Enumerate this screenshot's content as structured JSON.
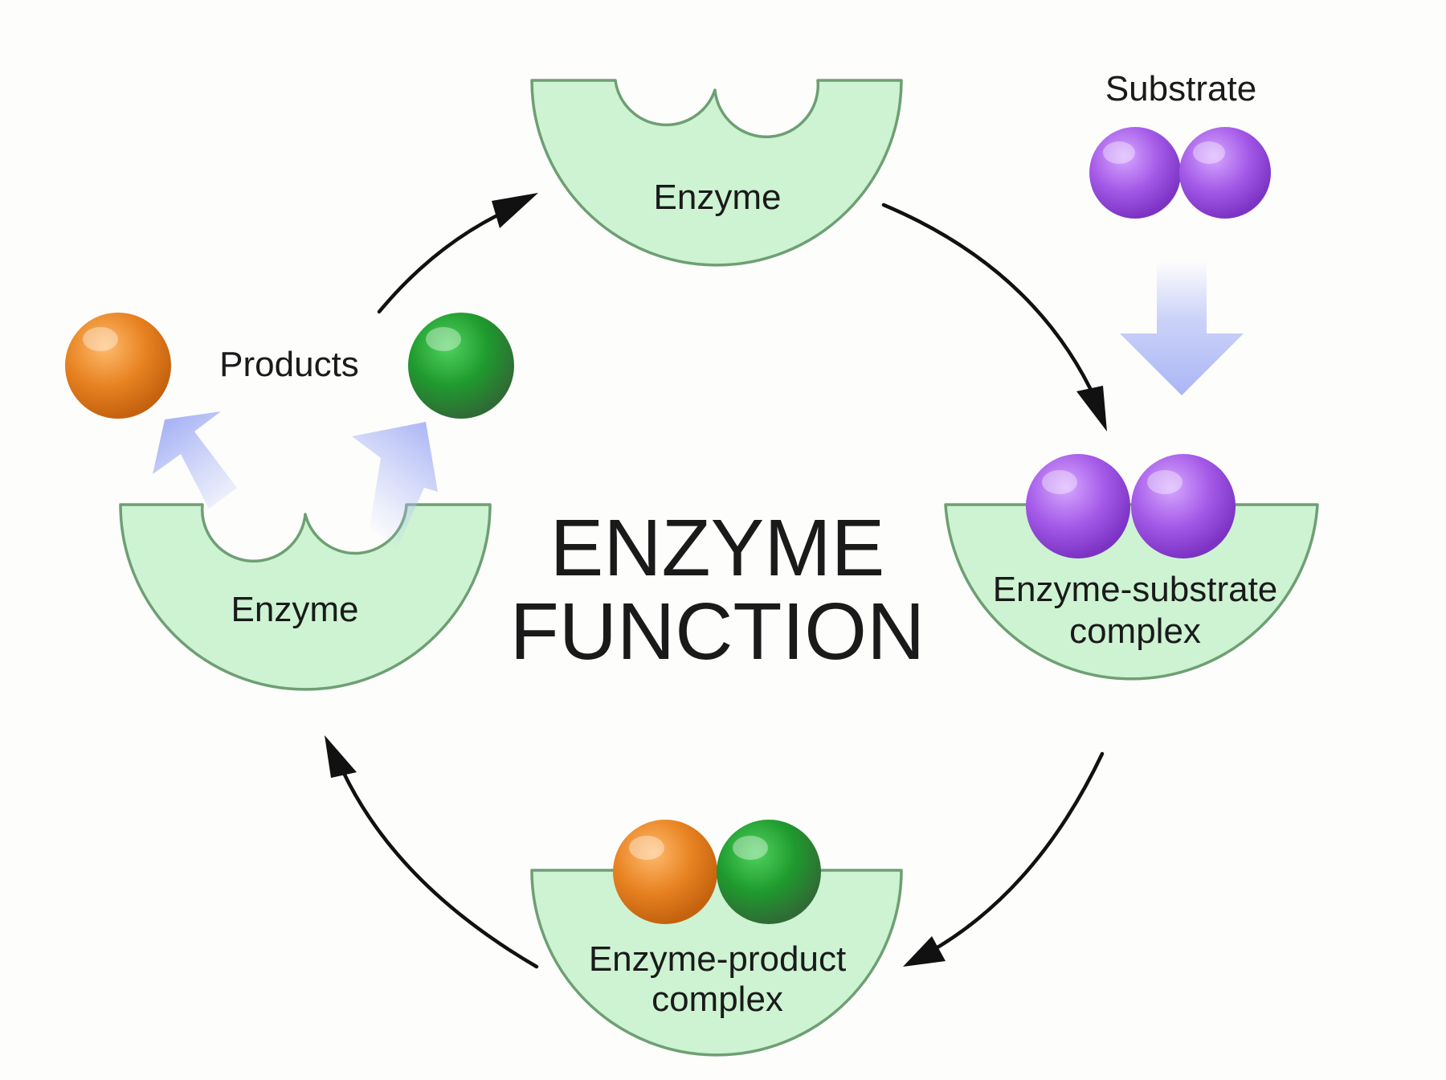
{
  "title": {
    "line1": "ENZYME",
    "line2": "FUNCTION"
  },
  "labels": {
    "enzyme_top": "Enzyme",
    "enzyme_left": "Enzyme",
    "substrate": "Substrate",
    "products": "Products",
    "es_complex_line1": "Enzyme-substrate",
    "es_complex_line2": "complex",
    "ep_complex_line1": "Enzyme-product",
    "ep_complex_line2": "complex"
  },
  "colors": {
    "enzyme_fill": "#cdf3d2",
    "enzyme_stroke": "#6e9f73",
    "substrate": "#a55be8",
    "product_orange": "#e88322",
    "product_green": "#1f9a2e",
    "flow_arrow": "#b9c2f7",
    "cycle_arrow": "#111111"
  },
  "icons": {
    "cycle_arrows": "curved-arrow",
    "flow_arrows": "gradient-arrow"
  }
}
